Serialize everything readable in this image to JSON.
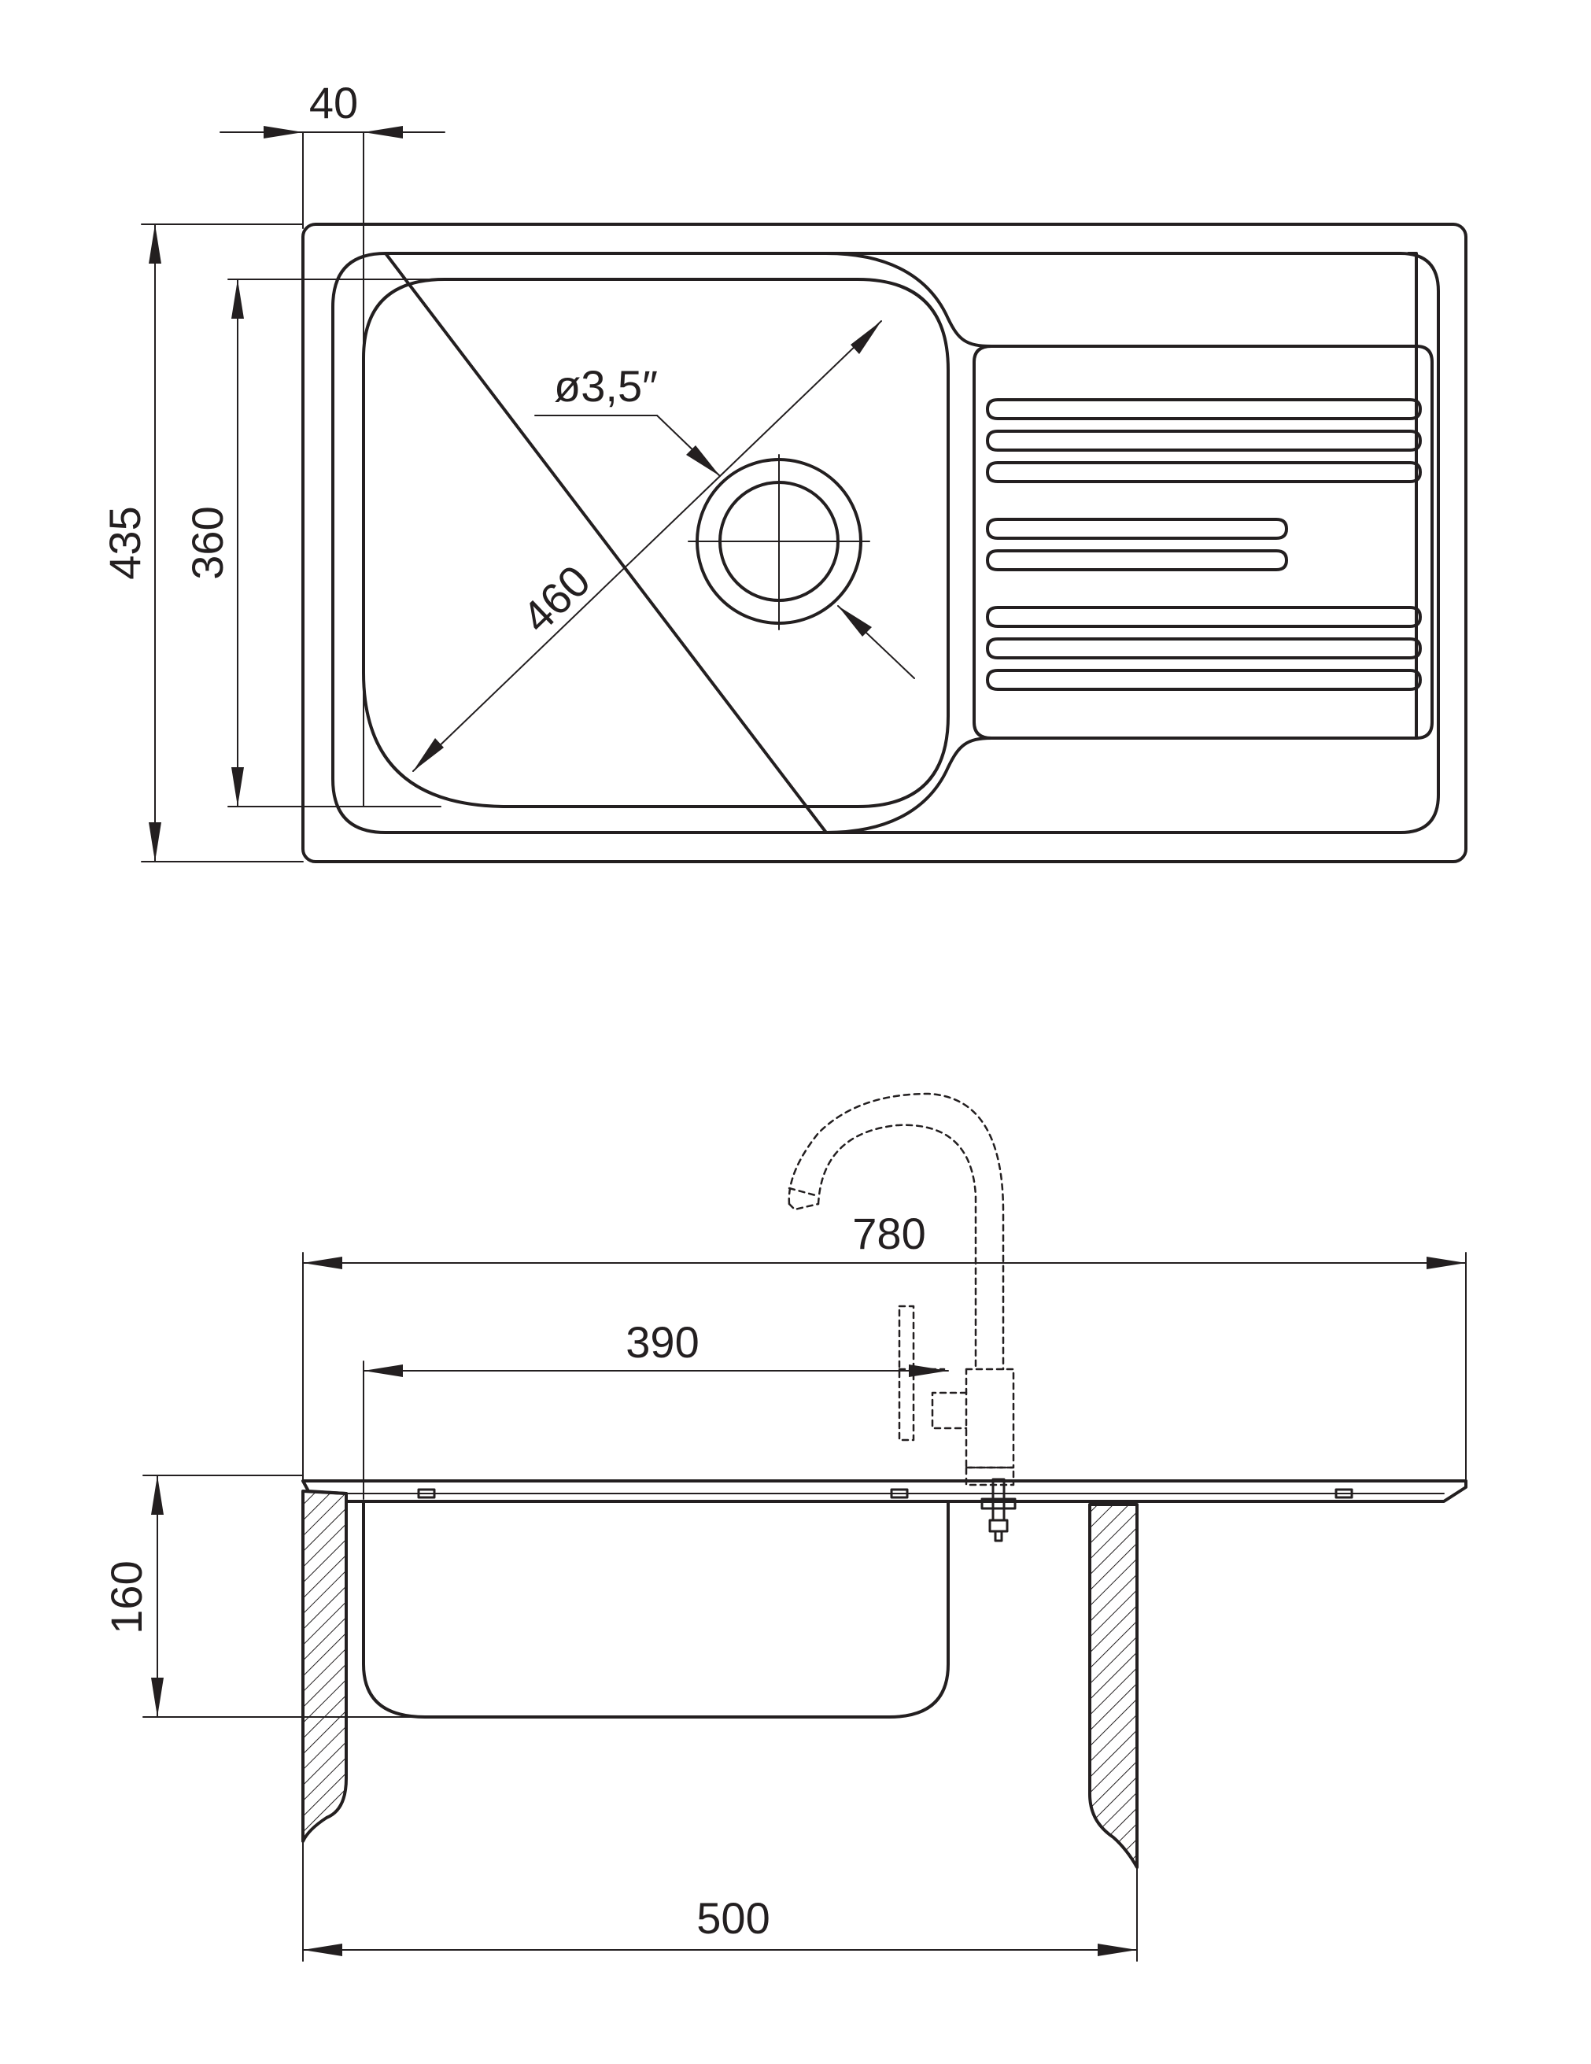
{
  "top_view": {
    "dim_rim_width": "40",
    "dim_overall_depth": "435",
    "dim_bowl_depth": "360",
    "dim_bowl_diagonal": "460",
    "dim_drain_diameter": "ø3,5″"
  },
  "side_view": {
    "dim_overall_length": "780",
    "dim_bowl_length": "390",
    "dim_bowl_height": "160",
    "dim_cabinet_width": "500"
  }
}
